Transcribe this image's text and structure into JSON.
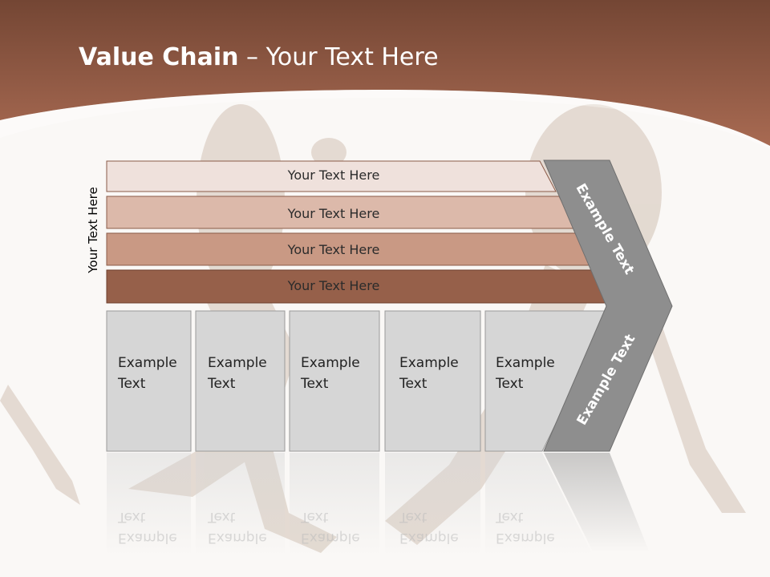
{
  "title": {
    "bold": "Value Chain",
    "rest": " – Your Text Here"
  },
  "side_label": "Your Text Here",
  "bands": [
    {
      "label": "Your Text Here",
      "color": "#efe1dc"
    },
    {
      "label": "Your Text Here",
      "color": "#dcb9aa"
    },
    {
      "label": "Your Text Here",
      "color": "#c99984"
    },
    {
      "label": "Your Text Here",
      "color": "#96604a"
    }
  ],
  "boxes": [
    {
      "line1": "Example",
      "line2": "Text"
    },
    {
      "line1": "Example",
      "line2": "Text"
    },
    {
      "line1": "Example",
      "line2": "Text"
    },
    {
      "line1": "Example",
      "line2": "Text"
    },
    {
      "line1": "Example",
      "line2": "Text"
    }
  ],
  "chevron": {
    "upper_text": "Example Text",
    "lower_text": "Example Text",
    "color": "#8e8e8e"
  },
  "colors": {
    "header": "#8a5038",
    "box_fill": "#d6d6d6"
  }
}
